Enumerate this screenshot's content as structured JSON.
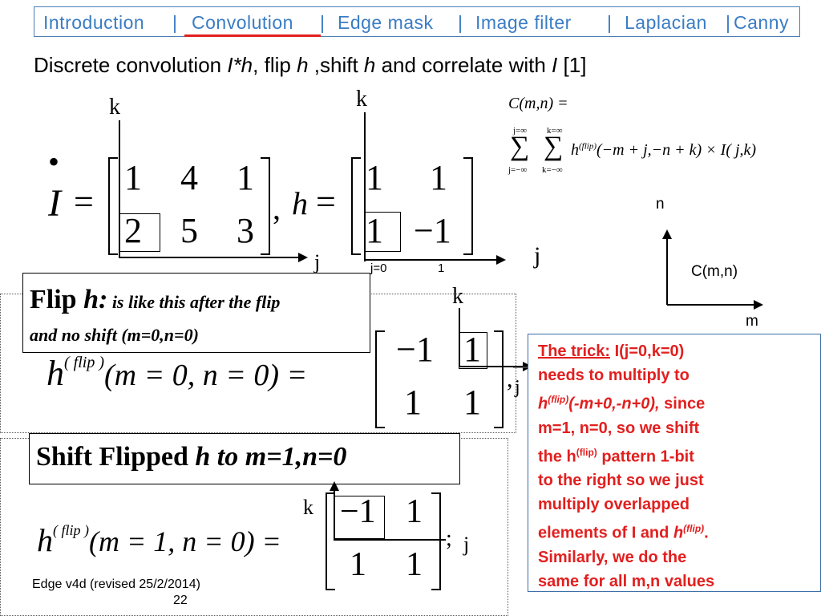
{
  "nav": {
    "items": [
      "Introduction",
      "Convolution",
      "Edge mask",
      "Image filter",
      "Laplacian",
      "Canny"
    ],
    "separator": "|",
    "active": "Convolution"
  },
  "title": {
    "part1": "Discrete convolution ",
    "italic1": "I*h",
    "part2": ", flip ",
    "italic2": "h",
    "part3": " ,shift ",
    "italic3": "h",
    "part4": " and correlate with ",
    "italic4": "I",
    "part5": " [1]"
  },
  "bullet": "•",
  "matrix_I": {
    "label": "I",
    "eq": "=",
    "rows": [
      [
        "1",
        "4",
        "1"
      ],
      [
        "2",
        "5",
        "3"
      ]
    ]
  },
  "matrix_h": {
    "prefix": ",",
    "label": "h",
    "eq": "=",
    "rows": [
      [
        "1",
        "1"
      ],
      [
        "1",
        "−1"
      ]
    ]
  },
  "axes": {
    "k": "k",
    "j": "j",
    "j0": "j=0",
    "j1": "1",
    "n": "n",
    "m": "m",
    "cmn": "C(m,n)"
  },
  "formula": {
    "lhs": "C(m,n) =",
    "sum_j_top": "j=∞",
    "sum_j_bot": "j=−∞",
    "sum_k_top": "k=∞",
    "sum_k_bot": "k=−∞",
    "sigma": "∑",
    "h": "h",
    "sup": "(flip)",
    "body": "(−m + j,−n + k) × I( j,k)"
  },
  "flip_box": {
    "bold": "Flip ",
    "bold_italic": "h:",
    "italic": " is like this after the flip",
    "line2": "and no shift (m=0,n=0)"
  },
  "flip_eq": {
    "h": "h",
    "sup": "( flip )",
    "args": "(m = 0, n = 0) =",
    "rows": [
      [
        "−1",
        "1"
      ],
      [
        "1",
        "1"
      ]
    ],
    "suffix": ",",
    "j": "j",
    "k": "k"
  },
  "shift_box": {
    "bold": "Shift Flipped ",
    "bold_italic": "h to m=1,n=0"
  },
  "shift_eq": {
    "h": "h",
    "sup": "( flip )",
    "args": "(m = 1, n = 0) =",
    "rows": [
      [
        "−1",
        "1"
      ],
      [
        "1",
        "1"
      ]
    ],
    "suffix": ";",
    "j": "j",
    "k": "k"
  },
  "trick": {
    "heading": "The trick:",
    "l1": " I(j=0,k=0)",
    "l2": "needs to multiply to",
    "l3_h": "h",
    "l3_sup": "(flip)",
    "l3_rest": "(-m+0,-n+0),",
    "l3_since": " since",
    "l4": "m=1, n=0, so we shift",
    "l5a": "the h",
    "l5_sup": "(flip)",
    "l5b": " pattern 1-bit",
    "l6": "to the right so we just",
    "l7": "multiply overlapped",
    "l8a": "elements of I and ",
    "l8_h": "h",
    "l8_sup": "(flip)",
    "l8_end": ".",
    "l9": "Similarly, we do the",
    "l10": "same for all m,n values"
  },
  "footer": {
    "text": "Edge v4d (revised 25/2/2014)",
    "page": "22"
  }
}
